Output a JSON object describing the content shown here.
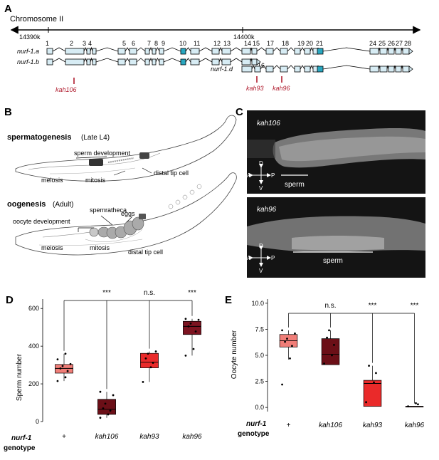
{
  "panel_a": {
    "letter": "A",
    "title": "Chromosome II",
    "coord_left": "14390k",
    "coord_mid": "14400k",
    "isoforms": [
      "nurf-1.a",
      "nurf-1.b",
      "nurf-1.d"
    ],
    "exon_numbers": [
      "1",
      "2",
      "3",
      "4",
      "5",
      "6",
      "7",
      "8",
      "9",
      "10",
      "11",
      "12",
      "13",
      "14",
      "15",
      "16",
      "17",
      "18",
      "19",
      "20",
      "21",
      "24",
      "25",
      "26",
      "27",
      "28"
    ],
    "alleles": [
      "kah106",
      "kah93",
      "kah96"
    ],
    "allele_color": "#b01c2e",
    "exon_fill": "#d7ecf4",
    "exon_highlight": "#2aa7c0"
  },
  "panel_b": {
    "letter": "B",
    "spermatogenesis": "spermatogenesis",
    "spermatogenesis_stage": "(Late L4)",
    "sperm_development": "sperm development",
    "meiosis": "meiosis",
    "mitosis": "mitosis",
    "distal_tip_cell": "distal tip cell",
    "oogenesis": "oogenesis",
    "oogenesis_stage": "(Adult)",
    "oocyte_development": "oocyte development",
    "spermatheca": "spemratheca",
    "eggs": "eggs"
  },
  "panel_c": {
    "letter": "C",
    "top_label": "kah106",
    "bottom_label": "kah96",
    "sperm_label": "sperm",
    "axis_d": "D",
    "axis_v": "V",
    "axis_a": "A",
    "axis_p": "P"
  },
  "panel_d": {
    "letter": "D",
    "ylabel": "Sperm number",
    "genotype_prefix": "nurf-1",
    "genotype_suffix": "genotype",
    "chart_data": {
      "type": "box",
      "categories": [
        "+",
        "kah106",
        "kah93",
        "kah96"
      ],
      "ylabel": "Sperm number",
      "ylim": [
        0,
        650
      ],
      "yticks": [
        "0",
        "200",
        "400",
        "600"
      ],
      "significance": [
        "***",
        "n.s.",
        "***"
      ],
      "series": [
        {
          "category": "+",
          "q1": 257,
          "median": 282,
          "q3": 303,
          "whisker_low": 215,
          "whisker_high": 360,
          "color": "#f07e78",
          "points": [
            215,
            235,
            268,
            282,
            295,
            305,
            330,
            360
          ]
        },
        {
          "category": "kah106",
          "q1": 38,
          "median": 65,
          "q3": 118,
          "whisker_low": 20,
          "whisker_high": 158,
          "color": "#6b0f17",
          "points": [
            20,
            38,
            58,
            70,
            95,
            140,
            158
          ]
        },
        {
          "category": "kah93",
          "q1": 285,
          "median": 315,
          "q3": 362,
          "whisker_low": 210,
          "whisker_high": 372,
          "color": "#ea2a2a",
          "points": [
            210,
            288,
            312,
            335,
            360,
            372
          ]
        },
        {
          "category": "kah96",
          "q1": 462,
          "median": 505,
          "q3": 532,
          "whisker_low": 350,
          "whisker_high": 545,
          "color": "#7c1320",
          "points": [
            350,
            385,
            478,
            505,
            520,
            540,
            545
          ]
        }
      ]
    }
  },
  "panel_e": {
    "letter": "E",
    "ylabel": "Oocyte number",
    "genotype_prefix": "nurf-1",
    "genotype_suffix": "genotype",
    "chart_data": {
      "type": "box",
      "categories": [
        "+",
        "kah106",
        "kah93",
        "kah96"
      ],
      "ylabel": "Oocyte number",
      "ylim": [
        -0.4,
        10.4
      ],
      "yticks": [
        "0.0",
        "2.5",
        "5.0",
        "7.5",
        "10.0"
      ],
      "significance": [
        "n.s.",
        "***",
        "***"
      ],
      "series": [
        {
          "category": "+",
          "q1": 5.8,
          "median": 6.4,
          "q3": 7.0,
          "whisker_low": 4.6,
          "whisker_high": 7.4,
          "color": "#f07e78",
          "points": [
            2.2,
            4.7,
            5.9,
            6.3,
            6.6,
            7.1,
            7.4
          ]
        },
        {
          "category": "kah106",
          "q1": 4.1,
          "median": 5.1,
          "q3": 6.6,
          "whisker_low": 4.1,
          "whisker_high": 7.4,
          "color": "#6b0f17",
          "points": [
            4.2,
            5.0,
            6.0,
            6.7,
            7.4
          ]
        },
        {
          "category": "kah93",
          "q1": 0.1,
          "median": 2.3,
          "q3": 2.6,
          "whisker_low": 0.1,
          "whisker_high": 4.0,
          "color": "#ea2a2a",
          "points": [
            0.5,
            2.4,
            3.3,
            4.0
          ]
        },
        {
          "category": "kah96",
          "q1": 0.1,
          "median": 0.1,
          "q3": 0.1,
          "whisker_low": 0.1,
          "whisker_high": 0.1,
          "color": "#6b0f17",
          "points": [
            0.1,
            0.4,
            0.3
          ]
        }
      ]
    }
  }
}
